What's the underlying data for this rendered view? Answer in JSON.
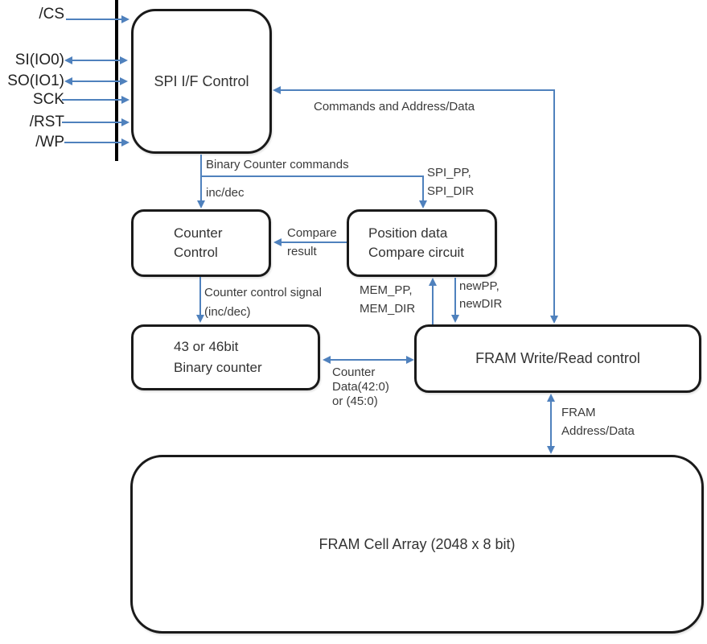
{
  "diagram": {
    "title_hint": "SPI FRAM block diagram",
    "signals": [
      {
        "name": "/CS",
        "direction": "in"
      },
      {
        "name": "SI(IO0)",
        "direction": "bidir"
      },
      {
        "name": "SO(IO1)",
        "direction": "bidir"
      },
      {
        "name": "SCK",
        "direction": "in"
      },
      {
        "name": "/RST",
        "direction": "in"
      },
      {
        "name": "/WP",
        "direction": "in"
      }
    ],
    "blocks": {
      "spi": {
        "label": "SPI I/F Control"
      },
      "counter_control": {
        "line1": "Counter",
        "line2": "Control"
      },
      "position_compare": {
        "line1": "Position data",
        "line2": "Compare circuit"
      },
      "binary_counter": {
        "line1": "43 or 46bit",
        "line2": "Binary counter"
      },
      "fram_control": {
        "label": "FRAM Write/Read control"
      },
      "fram_cell_array": {
        "label": "FRAM Cell Array (2048 x 8 bit)"
      }
    },
    "connector_labels": {
      "commands": "Commands and Address/Data",
      "binary_counter_commands": "Binary Counter commands",
      "inc_dec": "inc/dec",
      "spi_pp": "SPI_PP,",
      "spi_dir": "SPI_DIR",
      "compare_line1": "Compare",
      "compare_line2": "result",
      "counter_signal_line1": "Counter control signal",
      "counter_signal_line2": "(inc/dec)",
      "mem_pp": "MEM_PP,",
      "mem_dir": "MEM_DIR",
      "new_pp": "newPP,",
      "new_dir": "newDIR",
      "counter_data_line1": "Counter",
      "counter_data_line2": "Data(42:0)",
      "counter_data_line3": "or (45:0)",
      "fram_addr_line1": "FRAM",
      "fram_addr_line2": "Address/Data"
    },
    "colors": {
      "arrow": "#4f81bd",
      "box_border": "#1a1a1a",
      "text": "#3a3a3a"
    }
  }
}
